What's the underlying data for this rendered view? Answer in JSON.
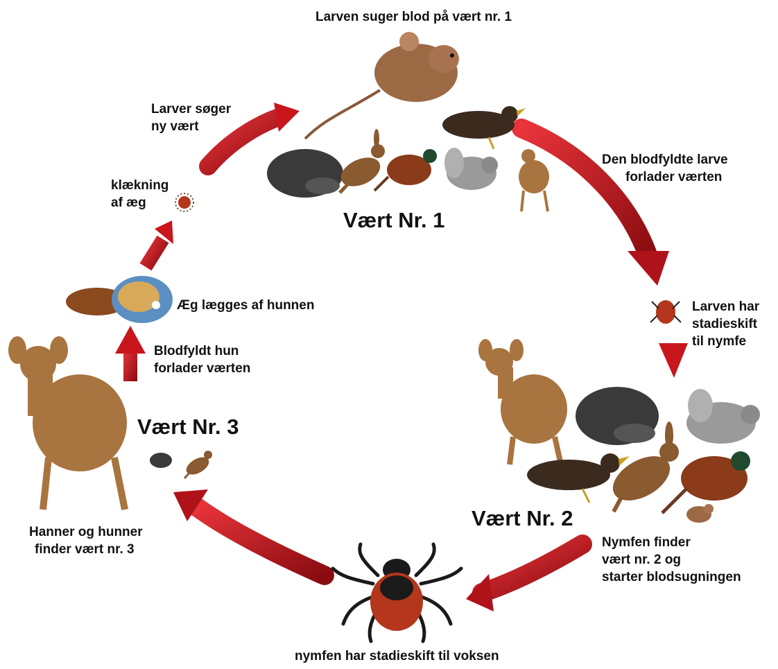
{
  "colors": {
    "arrow": "#c8161c",
    "arrow_dark": "#8a0c10",
    "tick_body": "#b4361c",
    "deer": "#a8743f",
    "hedgehog": "#3a3a3a",
    "bird": "#3b2a1e",
    "hare": "#8a5a30",
    "squirrel": "#9a9a9a",
    "mouse": "#9b6a45",
    "pheasant": "#8b3a1a"
  },
  "labels": {
    "larva_feeds": "Larven suger blod på vært nr. 1",
    "larva_seeks": [
      "Larver søger",
      "ny vært"
    ],
    "engorged_larva": [
      "Den blodfyldte larve",
      "forlader værten"
    ],
    "hatching": [
      "klækning",
      "af æg"
    ],
    "eggs_laid": "Æg lægges af hunnen",
    "larva_molts": [
      "Larven har",
      "stadieskift",
      "til nymfe"
    ],
    "female_leaves": [
      "Blodfyldt hun",
      "forlader værten"
    ],
    "adults_find": [
      "Hanner og hunner",
      "finder vært nr. 3"
    ],
    "nymph_finds": [
      "Nymfen finder",
      "vært nr. 2 og",
      "starter blodsugningen"
    ],
    "nymph_molts": "nymfen har stadieskift til voksen"
  },
  "hosts": {
    "host1": "Vært Nr. 1",
    "host2": "Vært Nr. 2",
    "host3": "Vært Nr. 3"
  },
  "icons": [
    "mouse-icon",
    "bird-icon",
    "hedgehog-icon",
    "hare-icon",
    "pheasant-icon",
    "squirrel-icon",
    "deer-icon",
    "tick-icon",
    "egg-mass-icon"
  ]
}
